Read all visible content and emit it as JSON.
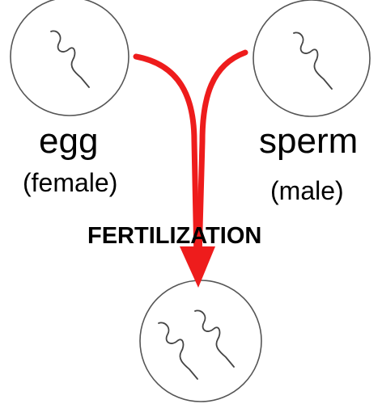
{
  "egg": {
    "name": "egg",
    "sex": "(female)"
  },
  "sperm": {
    "name": "sperm",
    "sex": "(male)"
  },
  "process": {
    "label": "FERTILIZATION"
  },
  "colors": {
    "arrow": "#ee1c1c",
    "cell_outline": "#555555",
    "chromosome": "#444444",
    "text": "#000000"
  }
}
